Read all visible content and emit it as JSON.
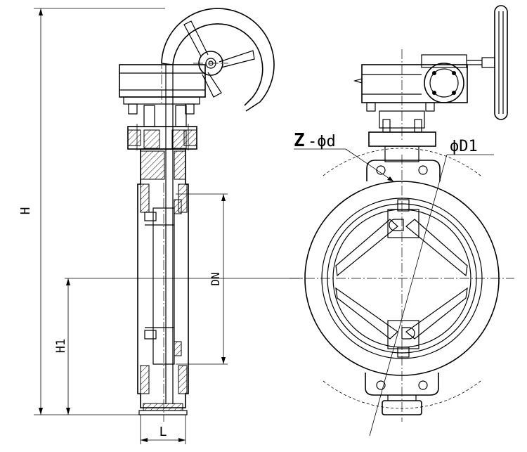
{
  "labels": {
    "height": "H",
    "height1": "H1",
    "nominal_diameter": "DN",
    "length": "L",
    "bolt_count": "Z",
    "bolt_hole": "-ϕd",
    "bolt_circle": "ϕD1"
  }
}
